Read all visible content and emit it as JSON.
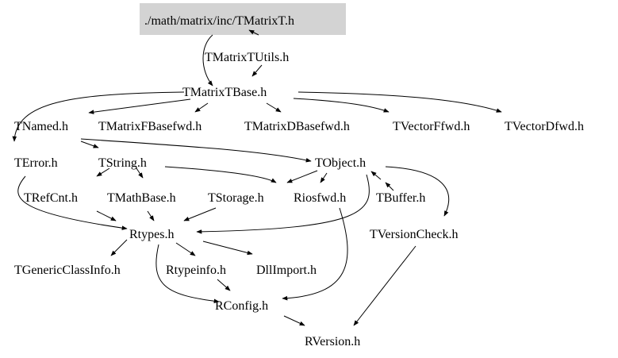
{
  "graph": {
    "root_fill": "#d3d3d3",
    "edge_color": "#000000",
    "text_color": "#000000",
    "nodes": [
      {
        "id": "root",
        "label": "./math/matrix/inc/TMatrixT.h"
      },
      {
        "id": "TMatrixTUtils",
        "label": "TMatrixTUtils.h"
      },
      {
        "id": "TMatrixTBase",
        "label": "TMatrixTBase.h"
      },
      {
        "id": "TNamed",
        "label": "TNamed.h"
      },
      {
        "id": "TMatrixFBasefwd",
        "label": "TMatrixFBasefwd.h"
      },
      {
        "id": "TMatrixDBasefwd",
        "label": "TMatrixDBasefwd.h"
      },
      {
        "id": "TVectorFfwd",
        "label": "TVectorFfwd.h"
      },
      {
        "id": "TVectorDfwd",
        "label": "TVectorDfwd.h"
      },
      {
        "id": "TError",
        "label": "TError.h"
      },
      {
        "id": "TString",
        "label": "TString.h"
      },
      {
        "id": "TObject",
        "label": "TObject.h"
      },
      {
        "id": "TRefCnt",
        "label": "TRefCnt.h"
      },
      {
        "id": "TMathBase",
        "label": "TMathBase.h"
      },
      {
        "id": "TStorage",
        "label": "TStorage.h"
      },
      {
        "id": "Riosfwd",
        "label": "Riosfwd.h"
      },
      {
        "id": "TBuffer",
        "label": "TBuffer.h"
      },
      {
        "id": "Rtypes",
        "label": "Rtypes.h"
      },
      {
        "id": "TVersionCheck",
        "label": "TVersionCheck.h"
      },
      {
        "id": "TGenericClassInfo",
        "label": "TGenericClassInfo.h"
      },
      {
        "id": "Rtypeinfo",
        "label": "Rtypeinfo.h"
      },
      {
        "id": "DllImport",
        "label": "DllImport.h"
      },
      {
        "id": "RConfig",
        "label": "RConfig.h"
      },
      {
        "id": "RVersion",
        "label": "RVersion.h"
      }
    ],
    "edges": [
      {
        "from": "root",
        "to": "TMatrixTBase"
      },
      {
        "from": "root",
        "to": "TMatrixTUtils"
      },
      {
        "from": "TMatrixTUtils",
        "to": "TMatrixTBase"
      },
      {
        "from": "TMatrixTBase",
        "to": "TError"
      },
      {
        "from": "TMatrixTBase",
        "to": "TNamed"
      },
      {
        "from": "TMatrixTBase",
        "to": "TMatrixFBasefwd"
      },
      {
        "from": "TMatrixTBase",
        "to": "TMatrixDBasefwd"
      },
      {
        "from": "TMatrixTBase",
        "to": "TVectorFfwd"
      },
      {
        "from": "TMatrixTBase",
        "to": "TVectorDfwd"
      },
      {
        "from": "TNamed",
        "to": "TString"
      },
      {
        "from": "TNamed",
        "to": "TObject"
      },
      {
        "from": "TString",
        "to": "TRefCnt"
      },
      {
        "from": "TString",
        "to": "TMathBase"
      },
      {
        "from": "TString",
        "to": "Riosfwd"
      },
      {
        "from": "TObject",
        "to": "Riosfwd"
      },
      {
        "from": "TObject",
        "to": "TStorage"
      },
      {
        "from": "TObject",
        "to": "TBuffer"
      },
      {
        "from": "TObject",
        "to": "TVersionCheck"
      },
      {
        "from": "TObject",
        "to": "Rtypes"
      },
      {
        "from": "TBuffer",
        "to": "TObject"
      },
      {
        "from": "TError",
        "to": "Rtypes"
      },
      {
        "from": "TRefCnt",
        "to": "Rtypes"
      },
      {
        "from": "TMathBase",
        "to": "Rtypes"
      },
      {
        "from": "TStorage",
        "to": "Rtypes"
      },
      {
        "from": "Riosfwd",
        "to": "RConfig"
      },
      {
        "from": "Rtypes",
        "to": "TGenericClassInfo"
      },
      {
        "from": "Rtypes",
        "to": "Rtypeinfo"
      },
      {
        "from": "Rtypes",
        "to": "DllImport"
      },
      {
        "from": "Rtypes",
        "to": "RConfig"
      },
      {
        "from": "Rtypeinfo",
        "to": "RConfig"
      },
      {
        "from": "TVersionCheck",
        "to": "RVersion"
      },
      {
        "from": "RConfig",
        "to": "RVersion"
      }
    ]
  }
}
